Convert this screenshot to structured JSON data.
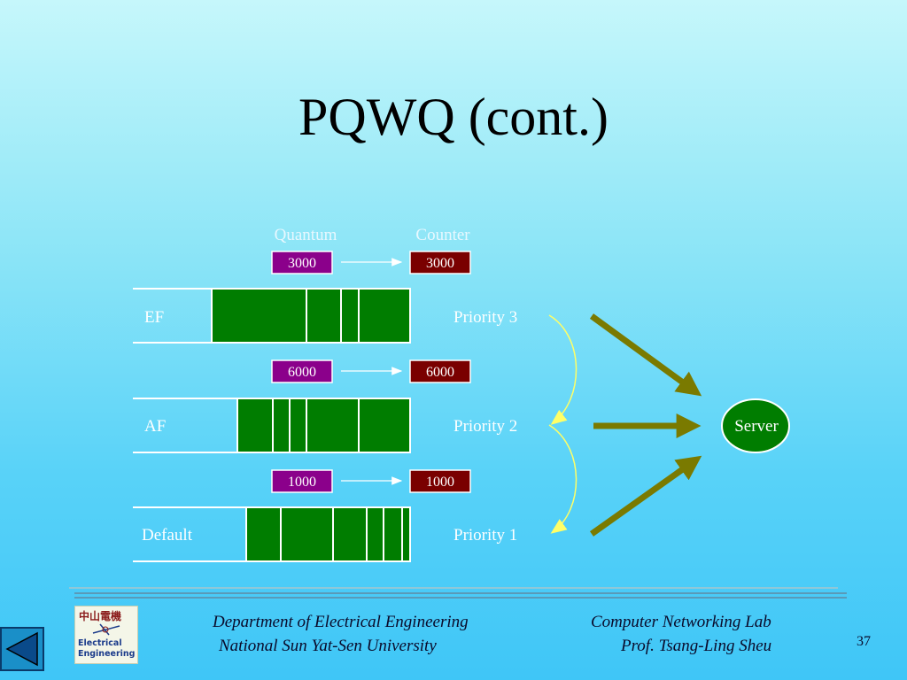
{
  "slide": {
    "title": "PQWQ (cont.)",
    "page_number": "37"
  },
  "diagram": {
    "header_quantum": "Quantum",
    "header_counter": "Counter",
    "queues": [
      {
        "name": "EF",
        "quantum": "3000",
        "counter": "3000",
        "priority": "Priority 3"
      },
      {
        "name": "AF",
        "quantum": "6000",
        "counter": "6000",
        "priority": "Priority 2"
      },
      {
        "name": "Default",
        "quantum": "1000",
        "counter": "1000",
        "priority": "Priority 1"
      }
    ],
    "server_label": "Server",
    "colors": {
      "quantum_box": "#8b008b",
      "counter_box": "#7a0000",
      "packet_green": "#007d00",
      "arrow_olive": "#7a7a00",
      "server_fill": "#007d00",
      "curve_yellow": "#ffff66"
    }
  },
  "footer": {
    "dept_line1": "Department of Electrical Engineering",
    "dept_line2": "National Sun Yat-Sen University",
    "lab_line1": "Computer Networking Lab",
    "lab_line2": "Prof. Tsang-Ling Sheu",
    "logo_cn": "中山電機",
    "logo_en1": "Electrical",
    "logo_en2": "Engineering",
    "nav_icon": "back-triangle-icon"
  }
}
